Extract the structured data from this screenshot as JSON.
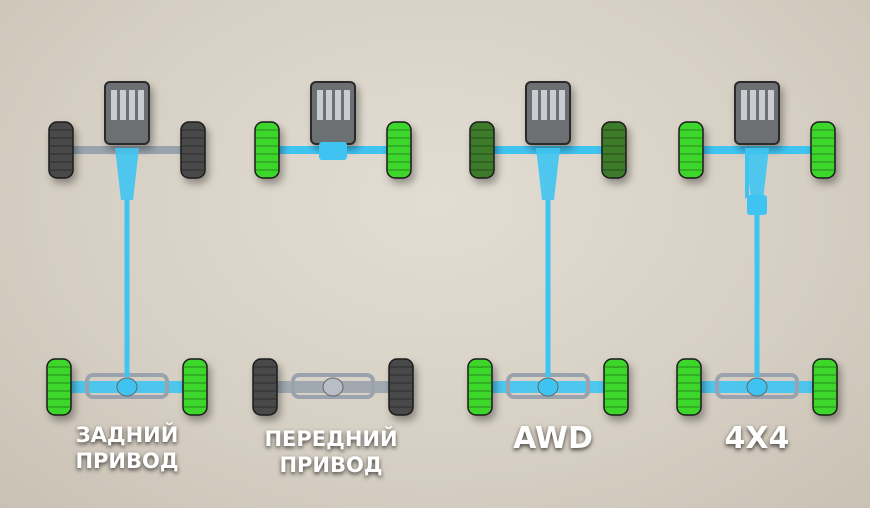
{
  "colors": {
    "driven_wheel": "#3ed62a",
    "dim_driven_wheel": "#3c7a2a",
    "idle_wheel": "#4a4a4a",
    "shaft": "#3fc4f2",
    "chassis": "#9aa3ad"
  },
  "columns": [
    {
      "label_line1": "ЗАДНИЙ",
      "label_line2": "ПРИВОД",
      "front_wheels": "idle",
      "rear_wheels": "driven",
      "driveshaft": true,
      "front_axle_driven": false,
      "rear_axle_driven": true,
      "transfer_case": false
    },
    {
      "label_line1": "ПЕРЕДНИЙ",
      "label_line2": "ПРИВОД",
      "front_wheels": "driven",
      "rear_wheels": "idle",
      "driveshaft": false,
      "front_axle_driven": true,
      "rear_axle_driven": false,
      "transfer_case": false
    },
    {
      "label_line1": "AWD",
      "label_line2": "",
      "front_wheels": "dim_driven",
      "rear_wheels": "driven",
      "driveshaft": true,
      "front_axle_driven": true,
      "rear_axle_driven": true,
      "transfer_case": false
    },
    {
      "label_line1": "4X4",
      "label_line2": "",
      "front_wheels": "driven",
      "rear_wheels": "driven",
      "driveshaft": true,
      "front_axle_driven": true,
      "rear_axle_driven": true,
      "transfer_case": true
    }
  ]
}
